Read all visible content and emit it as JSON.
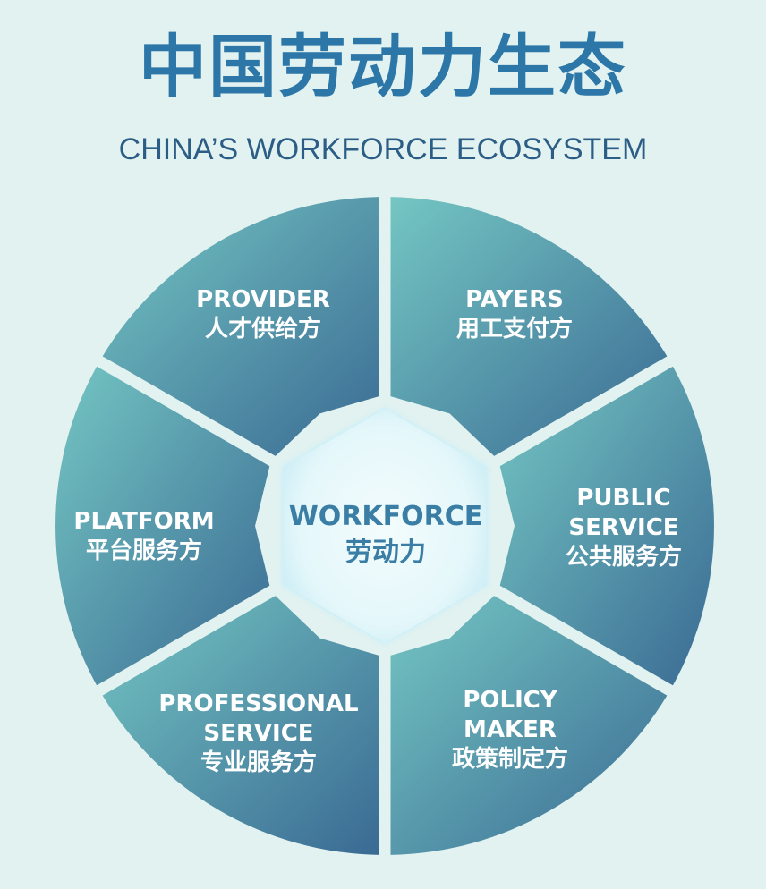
{
  "header": {
    "title": "中国劳动力生态",
    "subtitle": "CHINA’S WORKFORCE ECOSYSTEM"
  },
  "center": {
    "en": "WORKFORCE",
    "zh": "劳动力"
  },
  "segments": [
    {
      "lines": [
        "PROVIDER",
        "人才供给方"
      ]
    },
    {
      "lines": [
        "PAYERS",
        "用工支付方"
      ]
    },
    {
      "lines": [
        "PUBLIC",
        "SERVICE",
        "公共服务方"
      ]
    },
    {
      "lines": [
        "POLICY",
        "MAKER",
        "政策制定方"
      ]
    },
    {
      "lines": [
        "PROFESSIONAL",
        "SERVICE",
        "专业服务方"
      ]
    },
    {
      "lines": [
        "PLATFORM",
        "平台服务方"
      ]
    }
  ],
  "colors": {
    "background": "#e2f2f0",
    "title": "#2d77a8",
    "segment_light": "#72c4c2",
    "segment_dark": "#3a6c95",
    "hex_center_light": "#f1fbfc",
    "hex_center_edge": "#cbedf5",
    "center_text": "#3a7ea6"
  }
}
